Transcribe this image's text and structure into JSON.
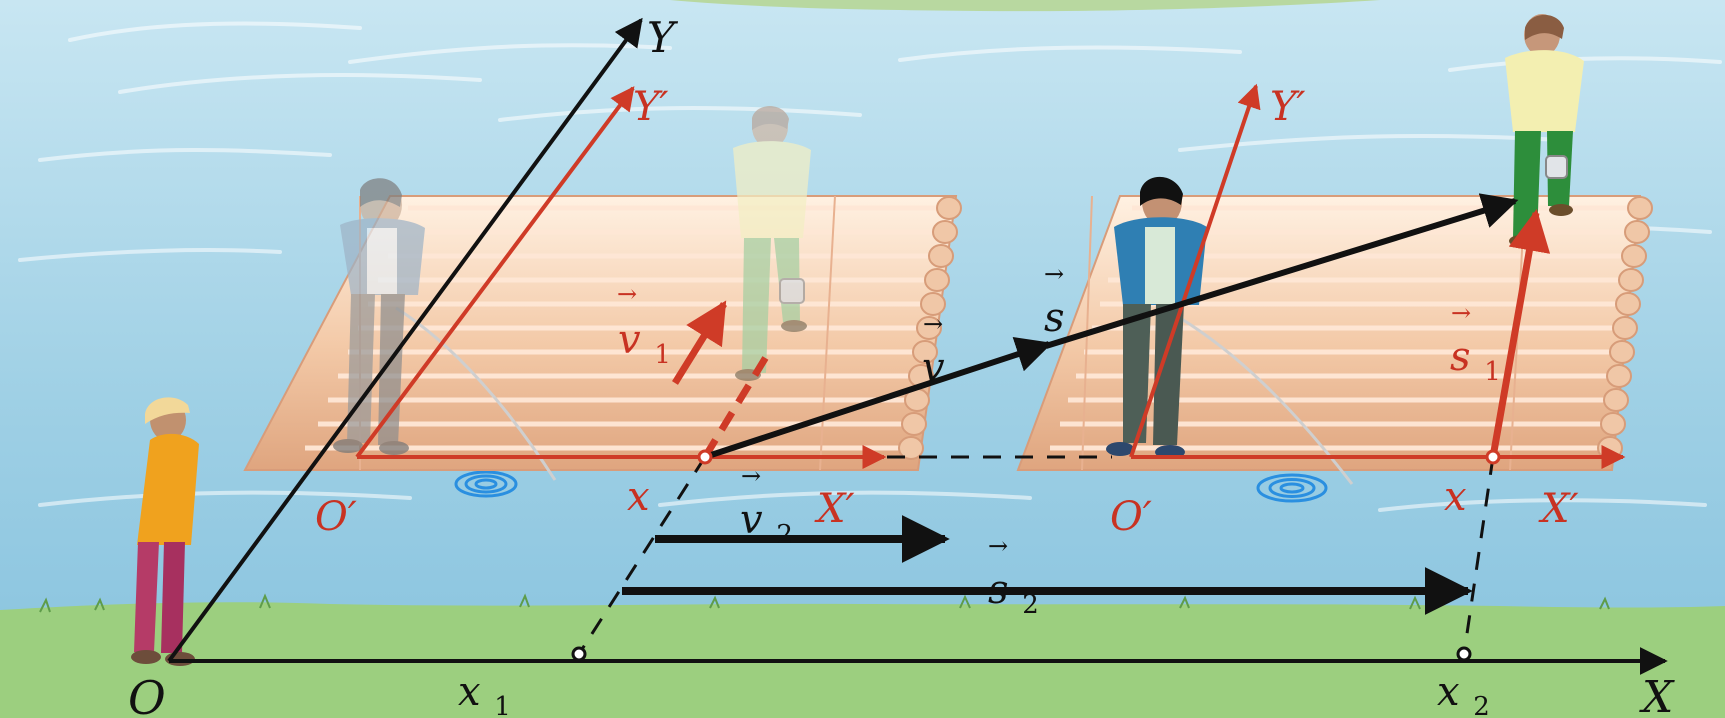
{
  "colors": {
    "water_top": "#b8dceb",
    "water_bottom": "#8ec7e0",
    "bank": "#97c97c",
    "log": "#f2c9a8",
    "red_axis": "#cf3b27",
    "black_axis": "#111111"
  },
  "labels": {
    "Y": "Y",
    "Yp1": "Y′",
    "Yp2": "Y′",
    "O": "O",
    "Op1": "O′",
    "Op2": "O′",
    "Xp1": "X′",
    "Xp2": "X′",
    "X": "X",
    "x_left": "x",
    "x_right": "x",
    "x1": "x",
    "x1_sub": "1",
    "x2": "x",
    "x2_sub": "2",
    "v": "v",
    "v1": "v",
    "v1_sub": "1",
    "v2": "v",
    "v2_sub": "2",
    "s": "s",
    "s1": "s",
    "s1_sub": "1",
    "s2": "s",
    "s2_sub": "2",
    "vec_mark": "→"
  }
}
